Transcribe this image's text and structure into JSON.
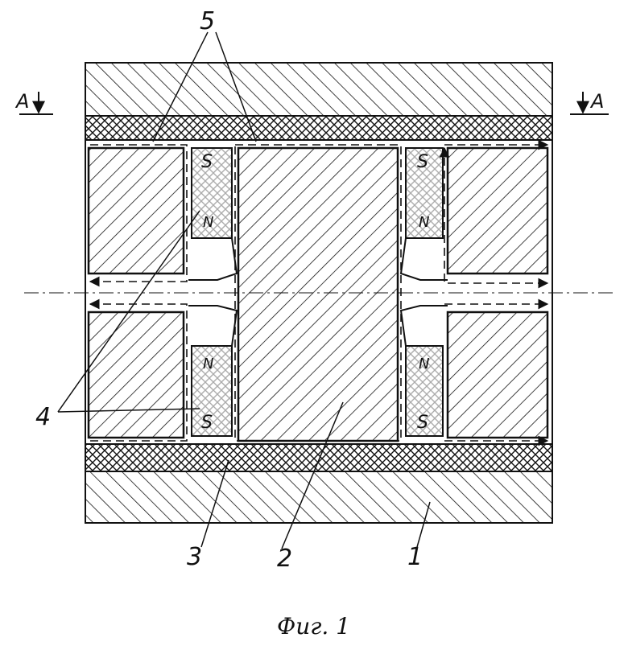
{
  "figure": {
    "caption": "Фиг. 1",
    "section_marker": {
      "left": "A",
      "right": "A"
    },
    "callouts": [
      "1",
      "2",
      "3",
      "4",
      "5"
    ],
    "pole_labels": {
      "south": "S",
      "north": "N"
    }
  },
  "colors": {
    "ink": "#111111",
    "paper": "#ffffff"
  }
}
